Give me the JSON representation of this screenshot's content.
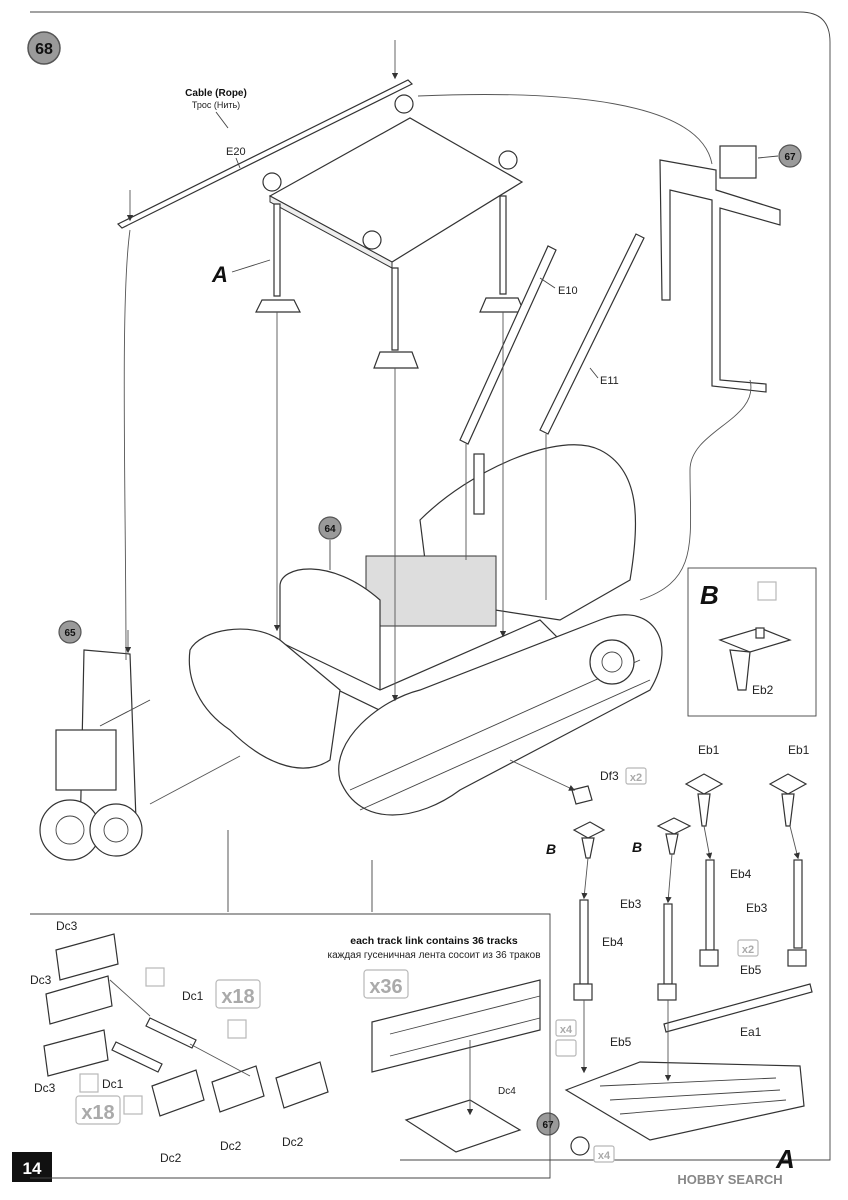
{
  "step": {
    "number": "68",
    "page_number": "14",
    "references": [
      "64",
      "65",
      "67"
    ]
  },
  "labels": {
    "cable_en": "Cable (Rope)",
    "cable_ru": "Трос (Нить)",
    "e20": "E20",
    "e10": "E10",
    "e11": "E11",
    "sub_a_top": "A",
    "sub_a_bottom": "A",
    "sub_b": "B",
    "b_marker_1": "B",
    "b_marker_2": "B",
    "eb1_left": "Eb1",
    "eb1_right": "Eb1",
    "eb2": "Eb2",
    "eb3_left": "Eb3",
    "eb3_right": "Eb3",
    "eb4_left": "Eb4",
    "eb4_right": "Eb4",
    "eb5_upper": "Eb5",
    "eb5_lower": "Eb5",
    "ea1": "Ea1",
    "df3": "Df3",
    "dc1_a": "Dc1",
    "dc1_b": "Dc1",
    "dc2_a": "Dc2",
    "dc2_b": "Dc2",
    "dc2_c": "Dc2",
    "dc3_a": "Dc3",
    "dc3_b": "Dc3",
    "dc3_c": "Dc3",
    "dc4": "Dc4"
  },
  "quantities": {
    "x2_df3": "x2",
    "x2_eb5": "x2",
    "x4_a": "x4",
    "x4_b": "x4",
    "x18_a": "x18",
    "x18_b": "x18",
    "x36": "x36"
  },
  "track_note": {
    "en": "each track link contains 36 tracks",
    "ru": "каждая гусеничная лента сосоит из 36 траков"
  },
  "watermark": "HOBBY SEARCH",
  "colors": {
    "step_circle": "#9a9a9a",
    "ref_circle": "#9a9a9a",
    "page_box": "#111111",
    "quantity": "#aaaaaa",
    "line": "#333333"
  }
}
